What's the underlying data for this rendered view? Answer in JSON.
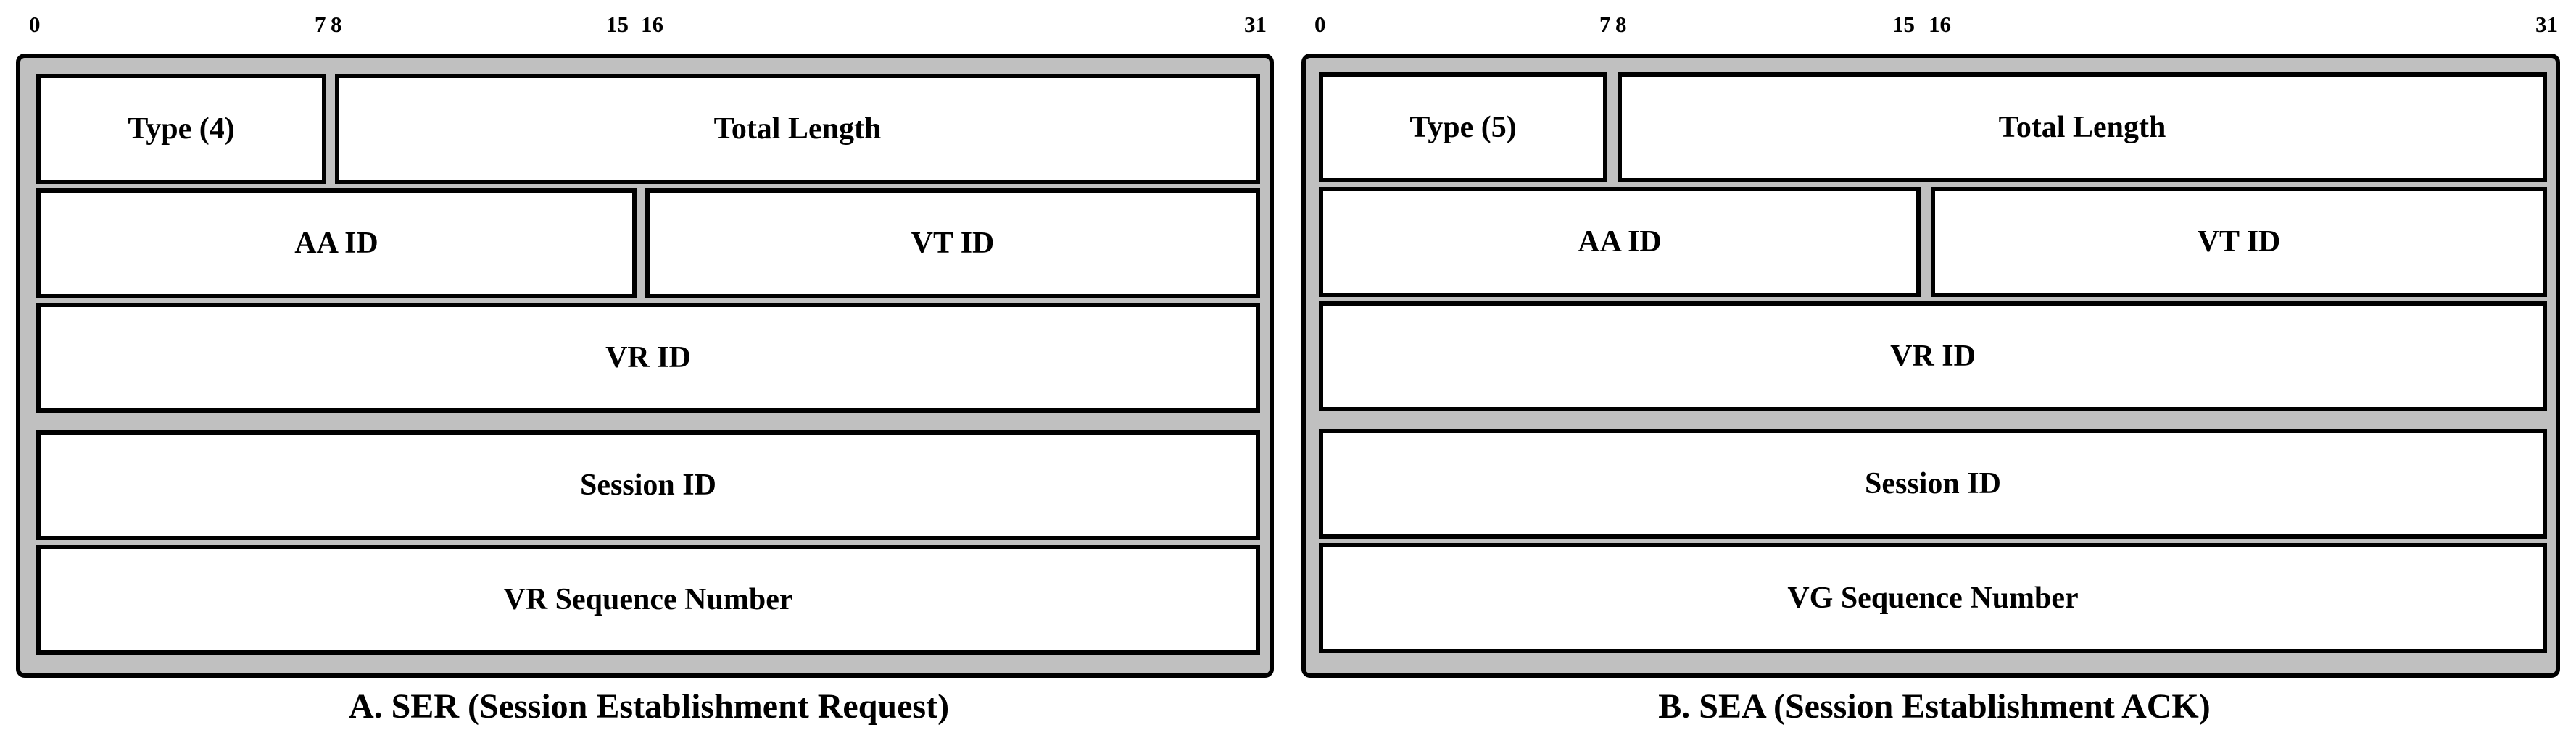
{
  "diagrams": [
    {
      "bit_labels": [
        "0",
        "7",
        "8",
        "15",
        "16",
        "31"
      ],
      "rows": [
        [
          "Type (4)",
          "Total Length"
        ],
        [
          "AA ID",
          "VT ID"
        ],
        [
          "VR ID"
        ],
        [
          "Session ID"
        ],
        [
          "VR Sequence Number"
        ]
      ],
      "caption": "A. SER (Session Establishment Request)"
    },
    {
      "bit_labels": [
        "0",
        "7",
        "8",
        "15",
        "16",
        "31"
      ],
      "rows": [
        [
          "Type (5)",
          "Total Length"
        ],
        [
          "AA ID",
          "VT ID"
        ],
        [
          "VR ID"
        ],
        [
          "Session ID"
        ],
        [
          "VG Sequence Number"
        ]
      ],
      "caption": "B. SEA (Session Establishment ACK)"
    }
  ],
  "colors": {
    "frame_fill": "#c0c0c0",
    "field_fill": "#ffffff",
    "border": "#000000"
  }
}
